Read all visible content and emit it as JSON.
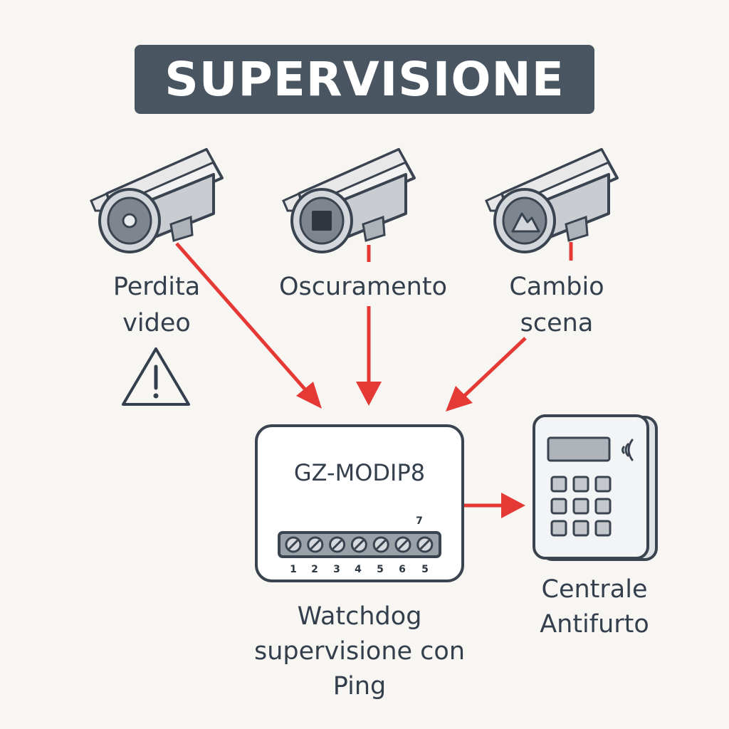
{
  "title": "SUPERVISIONE",
  "cameras": [
    {
      "label_lines": [
        "Perdita",
        "video"
      ],
      "lens_icon": "lens-dot-icon"
    },
    {
      "label_lines": [
        "Oscuramento"
      ],
      "lens_icon": "lens-dark-square-icon"
    },
    {
      "label_lines": [
        "Cambio",
        "scena"
      ],
      "lens_icon": "lens-mountain-icon"
    }
  ],
  "warning_icon": "warning-triangle-icon",
  "device": {
    "name": "GZ-MODIP8",
    "terminal_top_label": "7",
    "terminal_numbers": [
      "1",
      "2",
      "3",
      "4",
      "5",
      "6",
      "5"
    ],
    "caption_lines": [
      "Watchdog",
      "supervisione con",
      "Ping"
    ]
  },
  "panel": {
    "caption_lines": [
      "Centrale",
      "Antifurto"
    ],
    "icons": [
      "display-icon",
      "keypad-icon",
      "wireless-signal-icon"
    ]
  },
  "colors": {
    "title_bg": "#4a5562",
    "arrow": "#e53935",
    "outline": "#3a4450",
    "text": "#333f4c",
    "background": "#f8f6f2"
  }
}
